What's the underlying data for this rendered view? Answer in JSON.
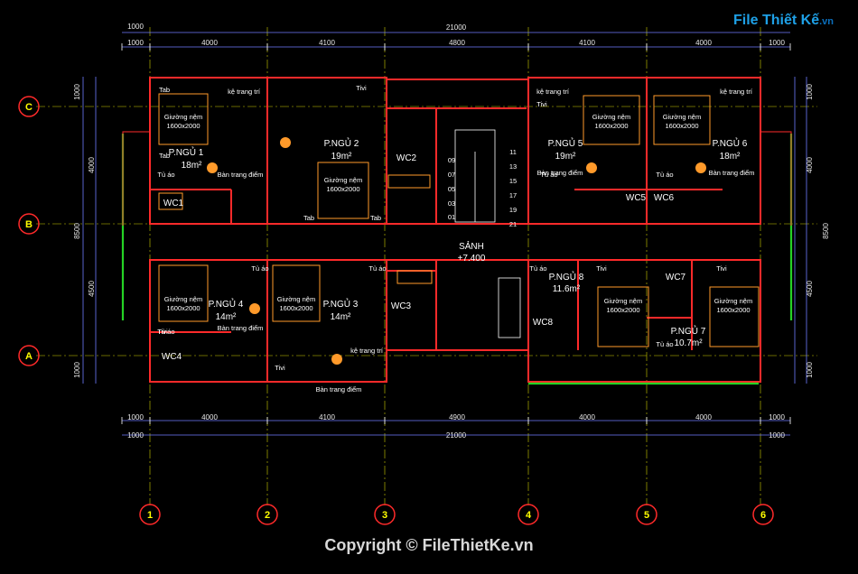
{
  "logo": {
    "main": "File Thiết Kế",
    "suffix": ".vn"
  },
  "copyright": "Copyright © FileThietKe.vn",
  "dims_top": [
    "1000",
    "4000",
    "4100",
    "4800",
    "4100",
    "4000",
    "1000"
  ],
  "dims_bottom": [
    "1000",
    "4000",
    "4100",
    "4900",
    "4000",
    "4000",
    "1000"
  ],
  "total": "21000",
  "dims_left": [
    "1000",
    "4000",
    "4500",
    "1000"
  ],
  "dims_left_total": "8500",
  "grid_rows": [
    "C",
    "B",
    "A"
  ],
  "grid_cols": [
    "1",
    "2",
    "3",
    "4",
    "5",
    "6"
  ],
  "rooms": {
    "png1": {
      "name": "P.NGỦ 1",
      "area": "18m²"
    },
    "png2": {
      "name": "P.NGỦ 2",
      "area": "19m²"
    },
    "png3": {
      "name": "P.NGỦ 3",
      "area": "14m²"
    },
    "png4": {
      "name": "P.NGỦ 4",
      "area": "14m²"
    },
    "png5": {
      "name": "P.NGỦ 5",
      "area": "19m²"
    },
    "png6": {
      "name": "P.NGỦ 6",
      "area": "18m²"
    },
    "png7": {
      "name": "P.NGỦ 7",
      "area": "10.7m²"
    },
    "png8": {
      "name": "P.NGỦ 8",
      "area": "11.6m²"
    },
    "sanh": {
      "name": "SẢNH",
      "level": "+7.400"
    }
  },
  "wc": [
    "WC1",
    "WC2",
    "WC3",
    "WC4",
    "WC5",
    "WC6",
    "WC7",
    "WC8"
  ],
  "labels": {
    "bed": "Giường nệm",
    "bed_size": "1600x2000",
    "desk": "Bàn trang điểm",
    "shelf": "kệ trang trí",
    "tv": "Tivi",
    "tab": "Tab",
    "wardrobe": "Tủ áo"
  },
  "stairs": [
    "09",
    "07",
    "05",
    "03",
    "01",
    "11",
    "13",
    "15",
    "17",
    "19",
    "21"
  ]
}
